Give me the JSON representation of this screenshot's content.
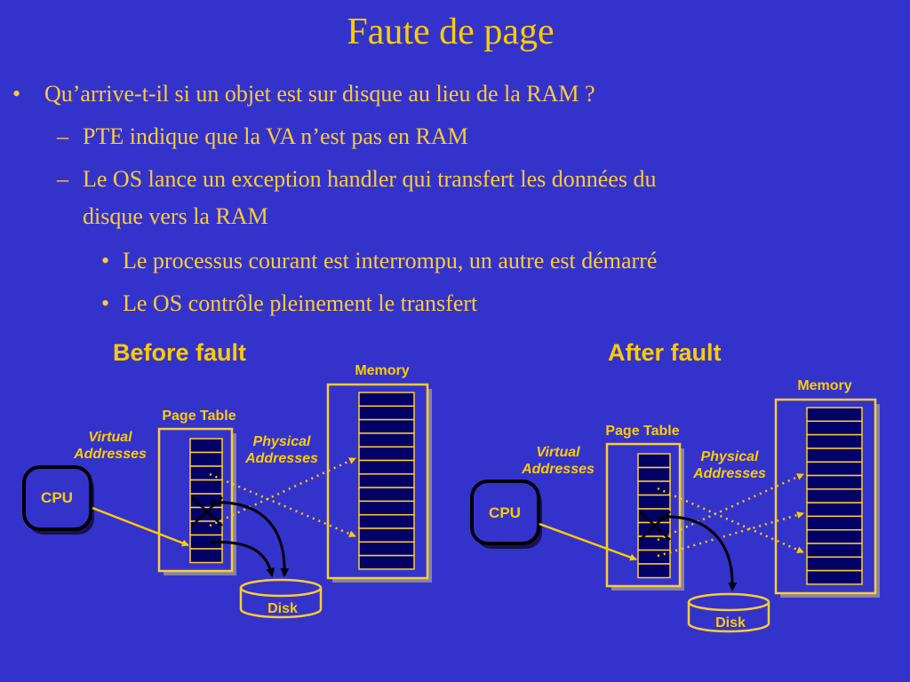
{
  "slide": {
    "title": "Faute de page",
    "bullets": [
      {
        "marker": "•",
        "text": "Qu’arrive-t-il si un objet est sur disque au lieu de la RAM ?"
      },
      {
        "marker": "–",
        "text": "PTE indique que la VA n’est pas en RAM"
      },
      {
        "marker": "–",
        "text": "Le OS lance un exception handler qui transfert les données du"
      },
      {
        "marker": "",
        "text": "disque vers la RAM"
      },
      {
        "marker": "•",
        "text": "Le processus courant est interrompu, un autre est démarré"
      },
      {
        "marker": "•",
        "text": "Le OS contrôle pleinement le transfert"
      }
    ]
  },
  "diagrams": {
    "before": {
      "heading": "Before fault",
      "cpu": "CPU",
      "virtual": [
        "Virtual",
        "Addresses"
      ],
      "physical": [
        "Physical",
        "Addresses"
      ],
      "page_table": "Page Table",
      "memory": "Memory",
      "disk": "Disk"
    },
    "after": {
      "heading": "After fault",
      "cpu": "CPU",
      "virtual": [
        "Virtual",
        "Addresses"
      ],
      "physical": [
        "Physical",
        "Addresses"
      ],
      "page_table": "Page Table",
      "memory": "Memory",
      "disk": "Disk"
    }
  },
  "colors": {
    "background": "#3333cc",
    "text": "#ffcc33",
    "cell_fill": "#000066",
    "arrow": "#ffcc00",
    "outline": "#000000"
  }
}
